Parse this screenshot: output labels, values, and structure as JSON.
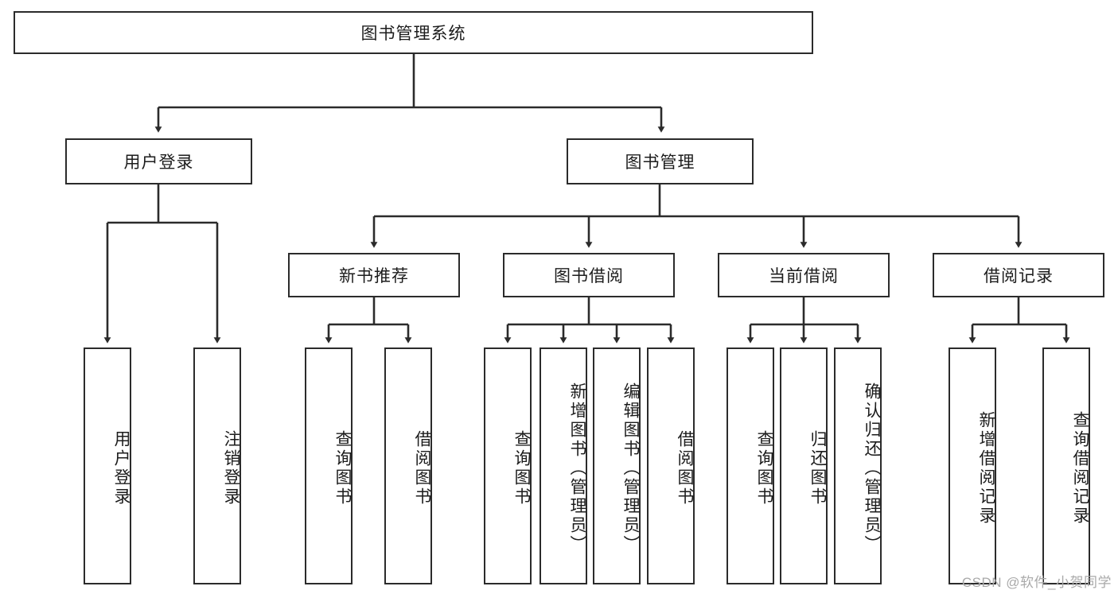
{
  "diagram": {
    "title": "图书管理系统",
    "type": "tree-hierarchy",
    "accent_color": "#2b2b2b",
    "background_color": "#ffffff",
    "root": {
      "id": "root",
      "label": "图书管理系统"
    },
    "level2": [
      {
        "id": "user-login",
        "label": "用户登录"
      },
      {
        "id": "book-manage",
        "label": "图书管理"
      }
    ],
    "level3": [
      {
        "id": "new-book-recommend",
        "label": "新书推荐"
      },
      {
        "id": "book-borrow",
        "label": "图书借阅"
      },
      {
        "id": "current-borrow",
        "label": "当前借阅"
      },
      {
        "id": "borrow-record",
        "label": "借阅记录"
      }
    ],
    "leaves": {
      "user_login": [
        {
          "id": "leaf-user-login",
          "label": "用户登录"
        },
        {
          "id": "leaf-logout",
          "label": "注销登录"
        }
      ],
      "new_book_recommend": [
        {
          "id": "leaf-query-book-1",
          "label": "查询图书"
        },
        {
          "id": "leaf-borrow-book-1",
          "label": "借阅图书"
        }
      ],
      "book_borrow": [
        {
          "id": "leaf-query-book-2",
          "label": "查询图书"
        },
        {
          "id": "leaf-add-book",
          "label": "新增图书（管理员）"
        },
        {
          "id": "leaf-edit-book",
          "label": "编辑图书（管理员）"
        },
        {
          "id": "leaf-borrow-book-2",
          "label": "借阅图书"
        }
      ],
      "current_borrow": [
        {
          "id": "leaf-query-book-3",
          "label": "查询图书"
        },
        {
          "id": "leaf-return-book",
          "label": "归还图书"
        },
        {
          "id": "leaf-confirm-return",
          "label": "确认归还（管理员）"
        }
      ],
      "borrow_record": [
        {
          "id": "leaf-add-record",
          "label": "新增借阅记录"
        },
        {
          "id": "leaf-query-record",
          "label": "查询借阅记录"
        }
      ]
    }
  },
  "watermark": {
    "text": "CSDN @软件_小贺同学"
  }
}
